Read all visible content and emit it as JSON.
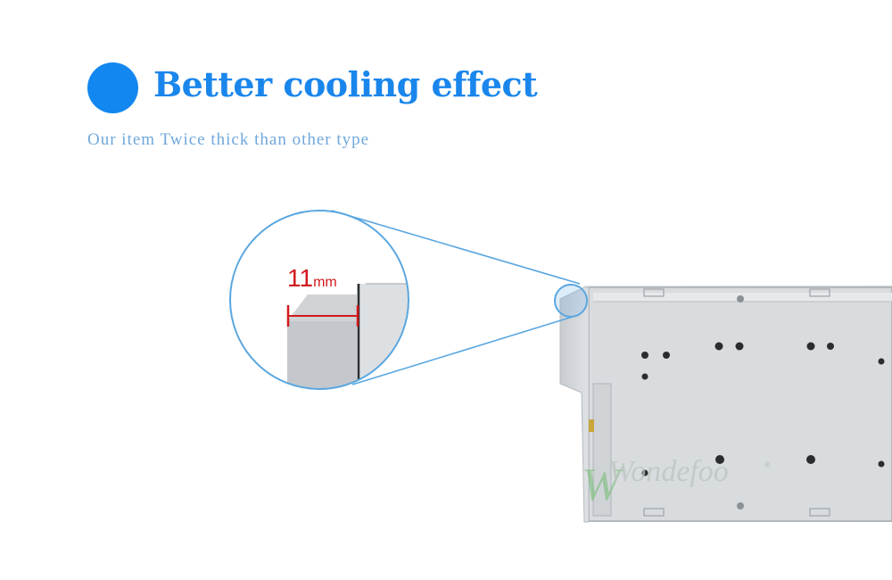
{
  "header": {
    "title": "Better cooling effect",
    "subtitle": "Our item Twice thick than other type"
  },
  "callout": {
    "thickness_value": "11",
    "thickness_unit": "mm"
  },
  "watermark": {
    "brand": "Wondefoo",
    "registered_mark": "®"
  },
  "colors": {
    "accent": "#1287f0",
    "title": "#1a86ec",
    "subtitle": "#6fa8dc",
    "measure": "#d1191d",
    "magnifier_stroke": "#5aa7e0"
  }
}
